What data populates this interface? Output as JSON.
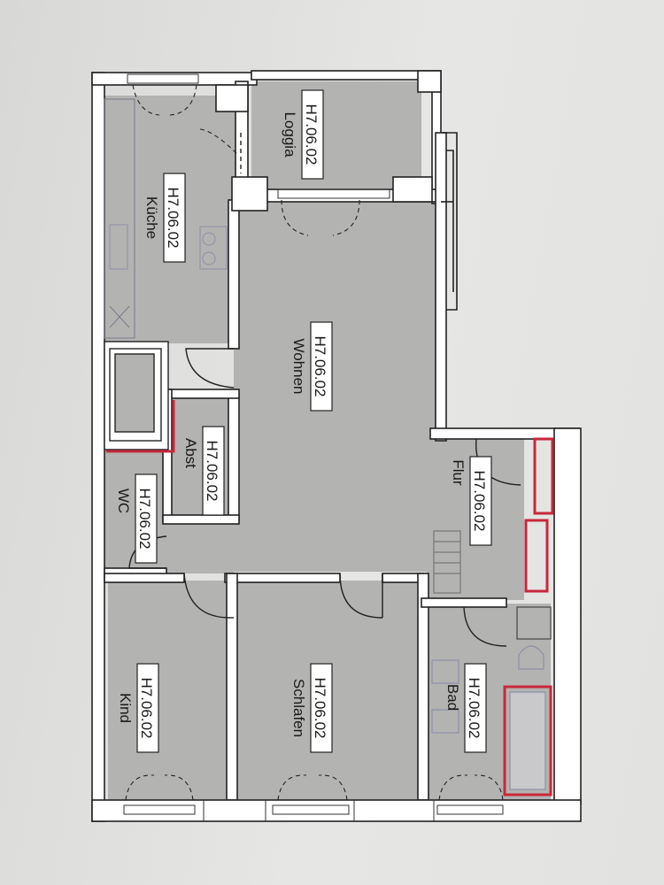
{
  "plan": {
    "rooms": [
      {
        "id": "loggia",
        "code": "H7.06.02",
        "name": "Loggia"
      },
      {
        "id": "kueche",
        "code": "H7.06.02",
        "name": "Küche"
      },
      {
        "id": "wohnen",
        "code": "H7.06.02",
        "name": "Wohnen"
      },
      {
        "id": "abst",
        "code": "H7.06.02",
        "name": "Abst"
      },
      {
        "id": "wc",
        "code": "H7.06.02",
        "name": "WC"
      },
      {
        "id": "flur",
        "code": "H7.06.02",
        "name": "Flur"
      },
      {
        "id": "kind",
        "code": "H7.06.02",
        "name": "Kind"
      },
      {
        "id": "schlafen",
        "code": "H7.06.02",
        "name": "Schlafen"
      },
      {
        "id": "bad",
        "code": "H7.06.02",
        "name": "Bad"
      }
    ],
    "colors": {
      "wall": "#ffffff",
      "wall_outline": "#222222",
      "floor": "#b3b3b1",
      "accent": "#c8283c",
      "fixture": "#8e8fa8"
    }
  }
}
